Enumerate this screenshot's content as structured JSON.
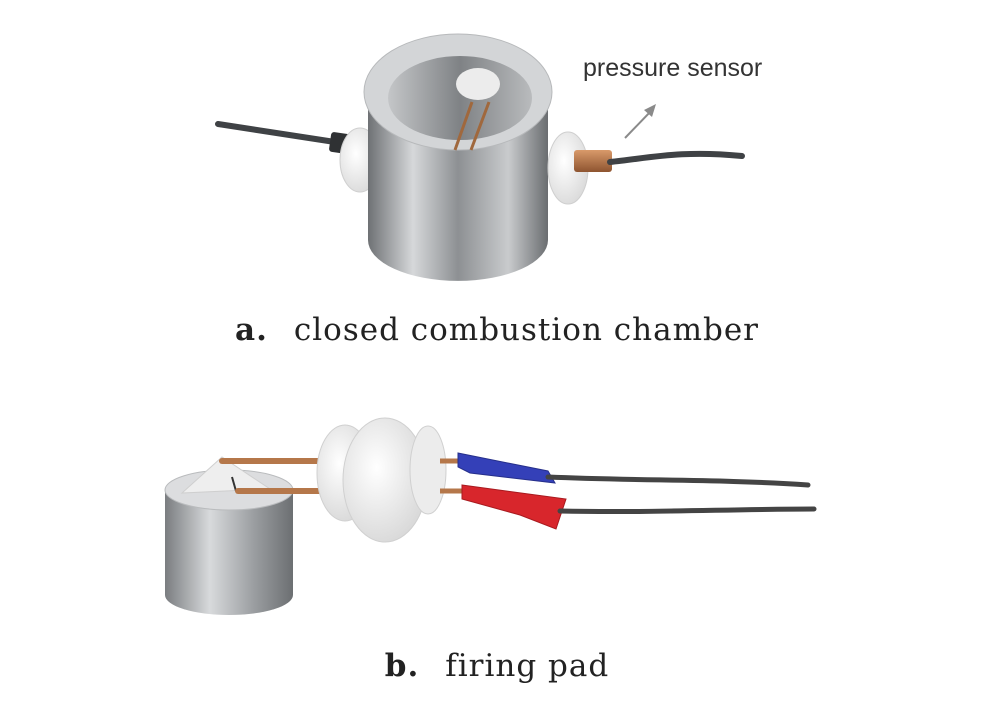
{
  "panels": [
    {
      "letter": "a.",
      "caption": "closed combustion chamber",
      "annotation": "pressure sensor"
    },
    {
      "letter": "b.",
      "caption": "firing pad"
    }
  ],
  "colors": {
    "steel": "#a8abae",
    "copper": "#b5774a",
    "ceramic": "#f3f3f3",
    "clip_blue": "#3440b8",
    "clip_red": "#d8262c",
    "wire": "#444444"
  }
}
